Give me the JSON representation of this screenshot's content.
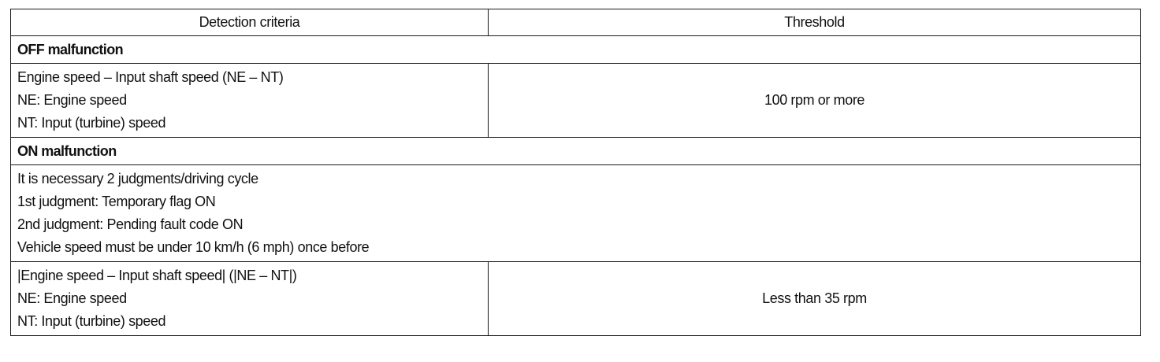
{
  "table": {
    "headers": {
      "criteria": "Detection criteria",
      "threshold": "Threshold"
    },
    "off_section": {
      "title": "OFF malfunction",
      "row": {
        "criteria_lines": [
          "Engine speed – Input shaft speed (NE – NT)",
          "NE: Engine speed",
          "NT: Input (turbine) speed"
        ],
        "threshold": "100 rpm or more"
      }
    },
    "on_section": {
      "title": "ON malfunction",
      "note_lines": [
        "It is necessary 2 judgments/driving cycle",
        "1st judgment: Temporary flag ON",
        "2nd judgment: Pending fault code ON",
        "Vehicle speed must be under 10 km/h (6 mph) once before"
      ],
      "row": {
        "criteria_lines": [
          "|Engine speed – Input shaft speed| (|NE – NT|)",
          "NE: Engine speed",
          "NT: Input (turbine) speed"
        ],
        "threshold": "Less than 35 rpm"
      }
    }
  }
}
